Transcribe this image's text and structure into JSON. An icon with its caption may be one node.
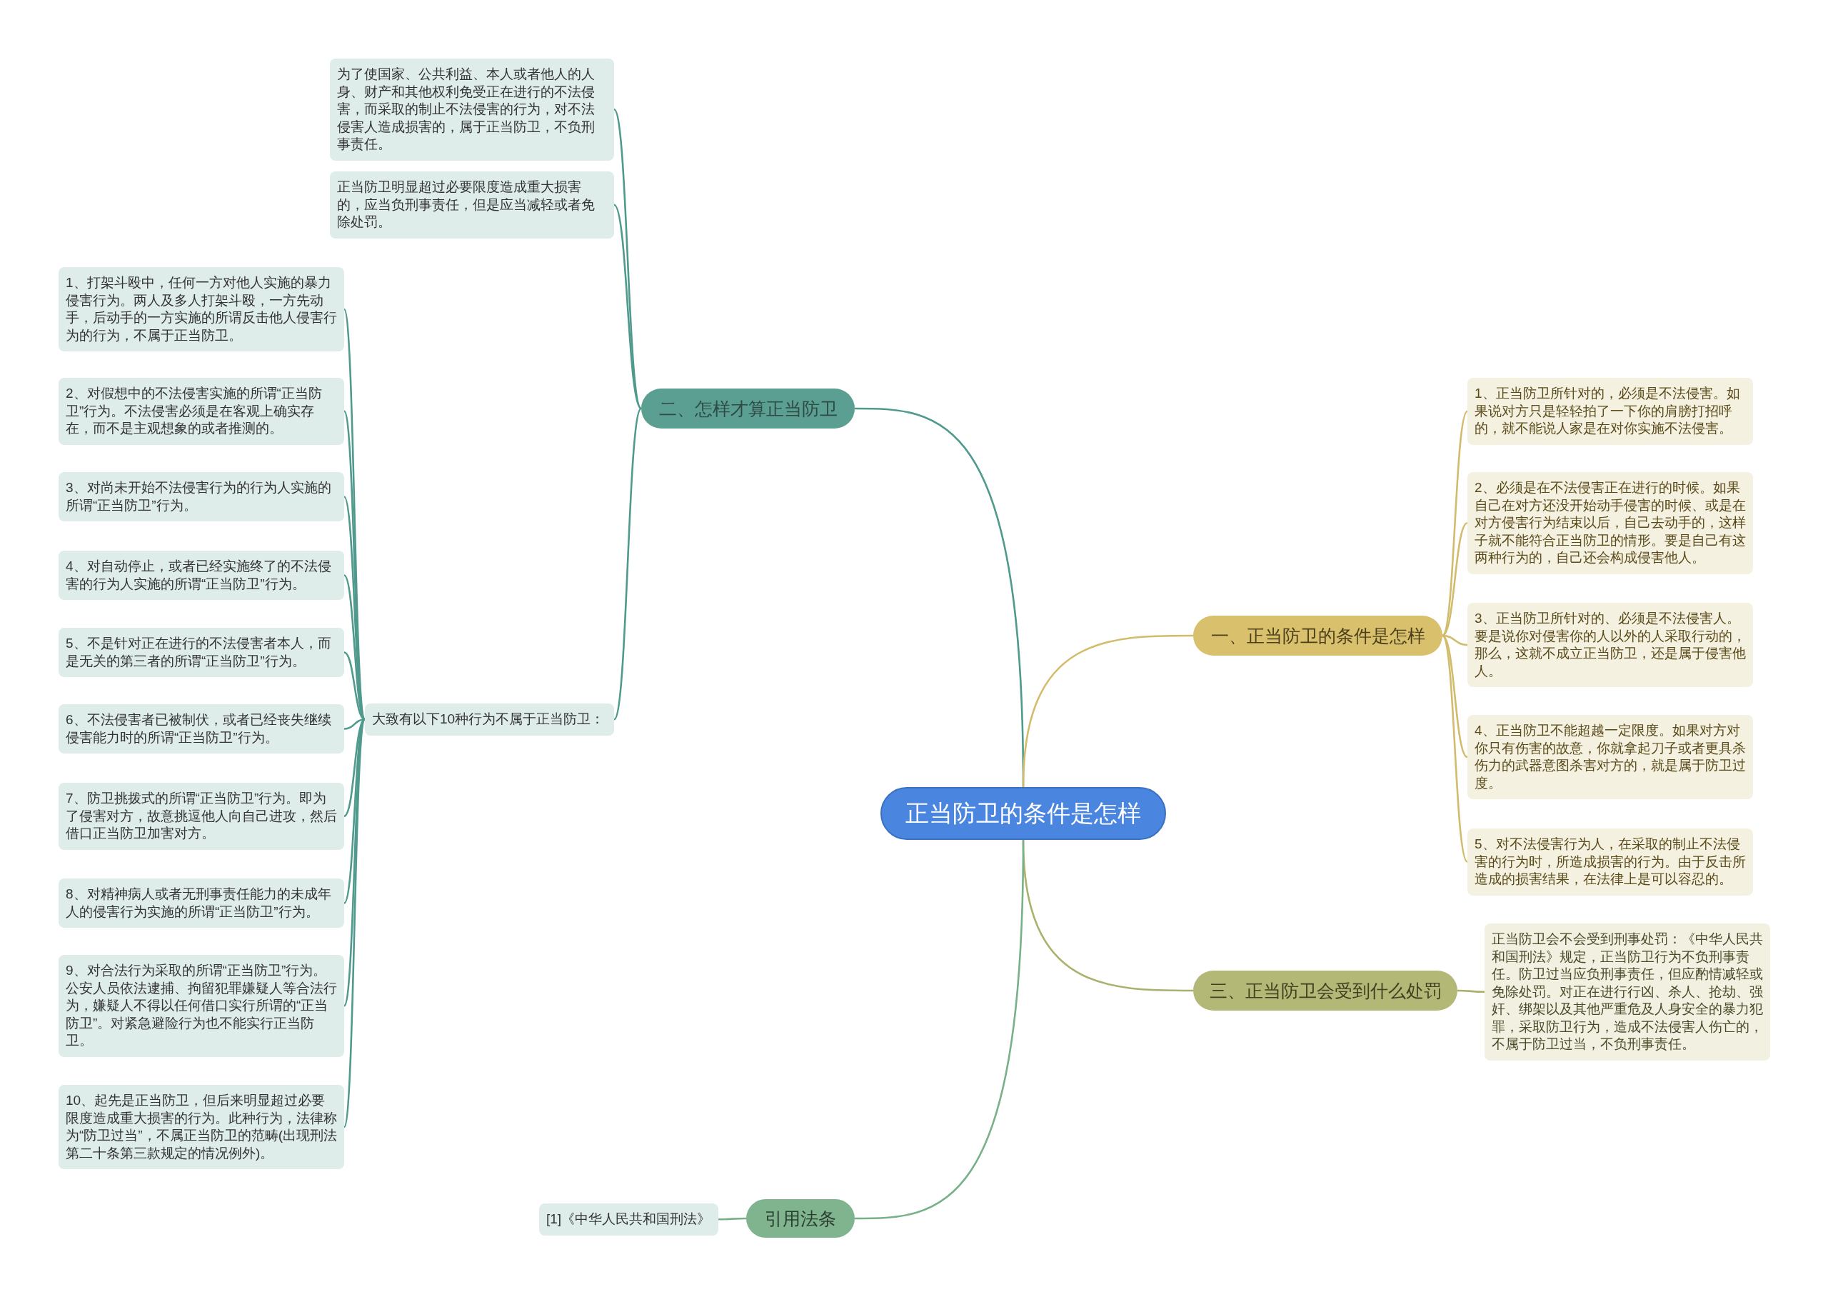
{
  "diagram": {
    "nodes": [
      {
        "text": [
          "正当防卫的条件是怎样"
        ]
      },
      {
        "text": [
          "二、怎样才算正当防卫"
        ]
      },
      {
        "text": [
          "为了使国家、公共利益、本人或者他人的人身、财产和其他权利免受正在进行的不法侵害，而采取的制止不法侵害的行为，对不法侵害人造成损害的，属于正当防卫，不负刑事责任。"
        ]
      },
      {
        "text": [
          "正当防卫明显超过必要限度造成重大损害的，应当负刑事责任，但是应当减轻或者免除处罚。"
        ]
      },
      {
        "text": [
          "大致有以下10种行为不属于正当防卫："
        ]
      },
      {
        "text": [
          "1、打架斗殴中，任何一方对他人实施的暴力侵害行为。两人及多人打架斗殴，一方先动手，后动手的一方实施的所谓反击他人侵害行为的行为，不属于正当防卫。"
        ]
      },
      {
        "text": [
          "2、对假想中的不法侵害实施的所谓“正当防卫”行为。不法侵害必须是在客观上确实存在，而不是主观想象的或者推测的。"
        ]
      },
      {
        "text": [
          "3、对尚未开始不法侵害行为的行为人实施的所谓“正当防卫”行为。"
        ]
      },
      {
        "text": [
          "4、对自动停止，或者已经实施终了的不法侵害的行为人实施的所谓“正当防卫”行为。"
        ]
      },
      {
        "text": [
          "5、不是针对正在进行的不法侵害者本人，而是无关的第三者的所谓“正当防卫”行为。"
        ]
      },
      {
        "text": [
          "6、不法侵害者已被制伏，或者已经丧失继续侵害能力时的所谓“正当防卫”行为。"
        ]
      },
      {
        "text": [
          "7、防卫挑拨式的所谓“正当防卫”行为。即为了侵害对方，故意挑逗他人向自己进攻，然后借口正当防卫加害对方。"
        ]
      },
      {
        "text": [
          "8、对精神病人或者无刑事责任能力的未成年人的侵害行为实施的所谓“正当防卫”行为。"
        ]
      },
      {
        "text": [
          "9、对合法行为采取的所谓“正当防卫”行为。公安人员依法逮捕、拘留犯罪嫌疑人等合法行为，嫌疑人不得以任何借口实行所谓的“正当防卫”。对紧急避险行为也不能实行正当防卫。"
        ]
      },
      {
        "text": [
          "10、起先是正当防卫，但后来明显超过必要限度造成重大损害的行为。此种行为，法律称为“防卫过当”，不属正当防卫的范畴(出现刑法第二十条第三款规定的情况例外)。"
        ]
      },
      {
        "text": [
          "一、正当防卫的条件是怎样"
        ]
      },
      {
        "text": [
          "1、正当防卫所针对的，必须是不法侵害。如果说对方只是轻轻拍了一下你的肩膀打招呼的，就不能说人家是在对你实施不法侵害。"
        ]
      },
      {
        "text": [
          "2、必须是在不法侵害正在进行的时候。如果自己在对方还没开始动手侵害的时候、或是在对方侵害行为结束以后，自己去动手的，这样子就不能符合正当防卫的情形。要是自己有这两种行为的，自己还会构成侵害他人。"
        ]
      },
      {
        "text": [
          "3、正当防卫所针对的、必须是不法侵害人。要是说你对侵害你的人以外的人采取行动的，那么，这就不成立正当防卫，还是属于侵害他人。"
        ]
      },
      {
        "text": [
          "4、正当防卫不能超越一定限度。如果对方对你只有伤害的故意，你就拿起刀子或者更具杀伤力的武器意图杀害对方的，就是属于防卫过度。"
        ]
      },
      {
        "text": [
          "5、对不法侵害行为人，在采取的制止不法侵害的行为时，所造成损害的行为。由于反击所造成的损害结果，在法律上是可以容忍的。"
        ]
      },
      {
        "text": [
          "三、正当防卫会受到什么处罚"
        ]
      },
      {
        "text": [
          "正当防卫会不会受到刑事处罚：《中华人民共和国刑法》规定，正当防卫行为不负刑事责任。防卫过当应负刑事责任，但应酌情减轻或免除处罚。对正在进行行凶、杀人、抢劫、强奸、绑架以及其他严重危及人身安全的暴力犯罪，采取防卫行为，造成不法侵害人伤亡的，不属于防卫过当，不负刑事责任。"
        ]
      },
      {
        "text": [
          "引用法条"
        ]
      },
      {
        "text": [
          "[1]《中华人民共和国刑法》"
        ]
      }
    ],
    "edges": [
      {
        "from": 0,
        "to": 1,
        "arrow": "none"
      },
      {
        "from": 1,
        "to": 2,
        "arrow": "none"
      },
      {
        "from": 1,
        "to": 3,
        "arrow": "none"
      },
      {
        "from": 1,
        "to": 4,
        "arrow": "none"
      },
      {
        "from": 4,
        "to": 5,
        "arrow": "none"
      },
      {
        "from": 4,
        "to": 6,
        "arrow": "none"
      },
      {
        "from": 4,
        "to": 7,
        "arrow": "none"
      },
      {
        "from": 4,
        "to": 8,
        "arrow": "none"
      },
      {
        "from": 4,
        "to": 9,
        "arrow": "none"
      },
      {
        "from": 4,
        "to": 10,
        "arrow": "none"
      },
      {
        "from": 4,
        "to": 11,
        "arrow": "none"
      },
      {
        "from": 4,
        "to": 12,
        "arrow": "none"
      },
      {
        "from": 4,
        "to": 13,
        "arrow": "none"
      },
      {
        "from": 4,
        "to": 14,
        "arrow": "none"
      },
      {
        "from": 0,
        "to": 15,
        "arrow": "none",
        "color": "#d2bc6c"
      },
      {
        "from": 15,
        "to": 16,
        "arrow": "none",
        "color": "#d2bc6c"
      },
      {
        "from": 15,
        "to": 17,
        "arrow": "none",
        "color": "#d2bc6c"
      },
      {
        "from": 15,
        "to": 18,
        "arrow": "none",
        "color": "#d2bc6c"
      },
      {
        "from": 15,
        "to": 19,
        "arrow": "none",
        "color": "#d2bc6c"
      },
      {
        "from": 15,
        "to": 20,
        "arrow": "none",
        "color": "#d2bc6c"
      },
      {
        "from": 0,
        "to": 21,
        "arrow": "none",
        "color": "#abb06c"
      },
      {
        "from": 21,
        "to": 22,
        "arrow": "none",
        "color": "#abb06c"
      },
      {
        "from": 0,
        "to": 23,
        "arrow": "none",
        "color": "#78b08a"
      },
      {
        "from": 23,
        "to": 24,
        "arrow": "none",
        "color": "#78b08a"
      }
    ]
  }
}
